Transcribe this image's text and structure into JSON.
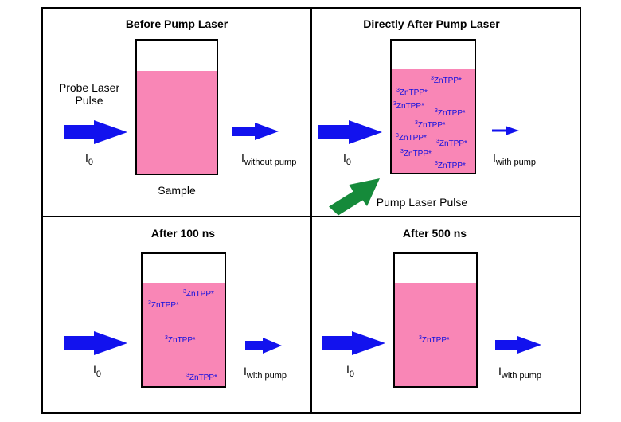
{
  "panels": {
    "before": {
      "title": "Before Pump Laser"
    },
    "after_pump": {
      "title": "Directly After Pump Laser"
    },
    "after_100": {
      "title": "After 100 ns"
    },
    "after_500": {
      "title": "After 500 ns"
    }
  },
  "labels": {
    "probe_line1": "Probe Laser",
    "probe_line2": "Pulse",
    "sample": "Sample",
    "pump_pulse": "Pump Laser Pulse",
    "I": "I",
    "sub_0": "0",
    "sub_without_pump": "without pump",
    "sub_with_pump": "with pump"
  },
  "molecule": {
    "sup": "3",
    "name": "ZnTPP*"
  },
  "colors": {
    "sample_fill": "#f986b6",
    "arrow_blue": "#1212ee",
    "pump_arrow_green": "#158a3a",
    "molecule_text": "#1010e0"
  }
}
